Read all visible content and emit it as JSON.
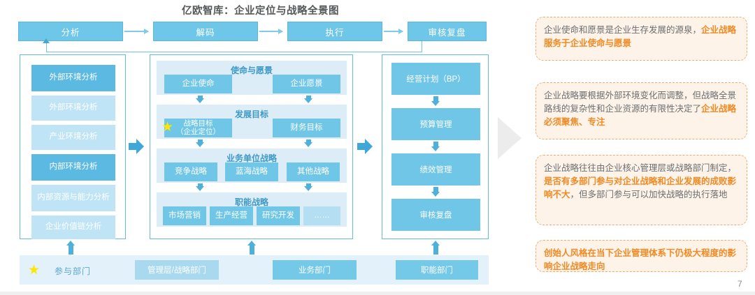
{
  "title": "亿欧智库：企业定位与战略全景图",
  "page_number": "7",
  "colors": {
    "box_blue": "#6fc6e7",
    "box_blue_dark": "#5cb9e2",
    "box_blue_light": "#bfe4f6",
    "group_bg": "#dcedf8",
    "panel_bg": "#fdf3e9",
    "panel_border": "#edae73",
    "accent_orange": "#f08a24",
    "star_yellow": "#ffe600",
    "arrow_blue": "#4fb0da",
    "title_gray": "#555759"
  },
  "flow": {
    "steps": [
      {
        "label": "分析"
      },
      {
        "label": "解码"
      },
      {
        "label": "执行"
      },
      {
        "label": "审核复盘"
      }
    ]
  },
  "left_column": {
    "items": [
      {
        "label": "外部环境分析",
        "emphasis": "dark"
      },
      {
        "label": "外部环境分析",
        "emphasis": "light"
      },
      {
        "label": "产业环境分析",
        "emphasis": "light"
      },
      {
        "label": "内部环境分析",
        "emphasis": "dark"
      },
      {
        "label": "内部资源与能力分析",
        "emphasis": "light"
      },
      {
        "label": "企业价值链分析",
        "emphasis": "light"
      }
    ]
  },
  "middle_column": {
    "groups": [
      {
        "title": "使命与愿景",
        "boxes": [
          {
            "label": "企业使命"
          },
          {
            "label": "企业愿景"
          }
        ]
      },
      {
        "title": "发展目标",
        "boxes": [
          {
            "label": "战略目标\n（企业定位）",
            "starred": true
          },
          {
            "label": "财务目标"
          }
        ]
      },
      {
        "title": "业务单位战略",
        "boxes": [
          {
            "label": "竞争战略"
          },
          {
            "label": "蓝海战略"
          },
          {
            "label": "其他战略"
          }
        ]
      },
      {
        "title": "职能战略",
        "boxes": [
          {
            "label": "市场营销"
          },
          {
            "label": "生产经营"
          },
          {
            "label": "研究开发"
          },
          {
            "label": "……"
          }
        ]
      }
    ]
  },
  "right_column": {
    "items": [
      {
        "label": "经营计划（BP）"
      },
      {
        "label": "预算管理"
      },
      {
        "label": "绩效管理"
      },
      {
        "label": "审核复盘"
      }
    ]
  },
  "bottom_bar": {
    "legend_label": "参与部门",
    "departments": [
      {
        "label": "管理层/战略部门"
      },
      {
        "label": "业务部门"
      },
      {
        "label": "职能部门"
      }
    ]
  },
  "notes": [
    {
      "plain_before": "企业使命和愿景是企业生存发展的源泉，",
      "highlight": "企业战略服务于企业使命与愿景",
      "plain_after": "",
      "all_highlight": false
    },
    {
      "plain_before": "企业战略要根据外部环境变化而调整，但战略全景路线的复杂性和企业资源的有限性决定了",
      "highlight": "企业战略必须聚焦、专注",
      "plain_after": "",
      "all_highlight": false
    },
    {
      "plain_before": "企业战略往往由企业核心管理层或战略部门制定，",
      "highlight": "是否有多部门参与对企业战略和企业发展的成败影响不大",
      "plain_after": "，但多部门参与可以加快战略的执行落地",
      "all_highlight": false
    },
    {
      "plain_before": "",
      "highlight": "创始人风格在当下企业管理体系下仍极大程度的影响企业战略走向",
      "plain_after": "",
      "all_highlight": true
    }
  ],
  "icons": {
    "star": "★",
    "separator_triangle": "right-triangle"
  }
}
